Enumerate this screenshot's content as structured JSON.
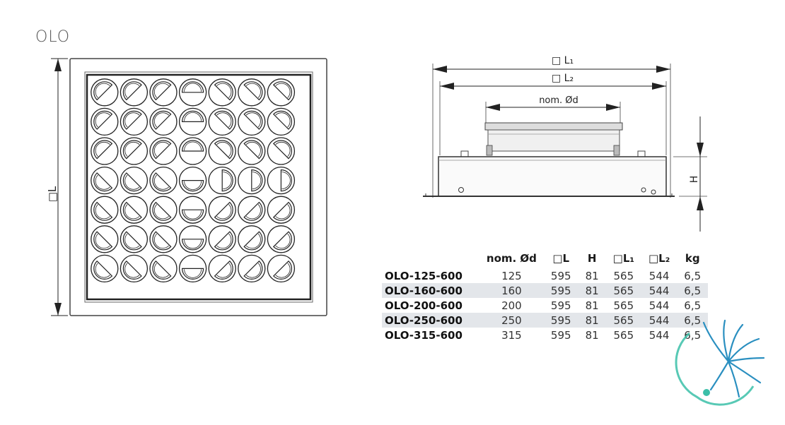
{
  "title": "OLO",
  "front_view": {
    "dim_label": "□L",
    "grid_rows": 7,
    "grid_cols": 7
  },
  "side_view": {
    "dim_l1": "□ L₁",
    "dim_l2": "□ L₂",
    "dim_nom": "nom. Ød",
    "dim_h": "H"
  },
  "table": {
    "headers": [
      "",
      "nom. Ød",
      "□L",
      "H",
      "□L₁",
      "□L₂",
      "kg"
    ],
    "rows": [
      {
        "model": "OLO-125-600",
        "d": "125",
        "L": "595",
        "H": "81",
        "L1": "565",
        "L2": "544",
        "kg": "6,5"
      },
      {
        "model": "OLO-160-600",
        "d": "160",
        "L": "595",
        "H": "81",
        "L1": "565",
        "L2": "544",
        "kg": "6,5"
      },
      {
        "model": "OLO-200-600",
        "d": "200",
        "L": "595",
        "H": "81",
        "L1": "565",
        "L2": "544",
        "kg": "6,5"
      },
      {
        "model": "OLO-250-600",
        "d": "250",
        "L": "595",
        "H": "81",
        "L1": "565",
        "L2": "544",
        "kg": "6,5"
      },
      {
        "model": "OLO-315-600",
        "d": "315",
        "L": "595",
        "H": "81",
        "L1": "565",
        "L2": "544",
        "kg": "6,5"
      }
    ]
  },
  "colors": {
    "line": "#2a2a2a",
    "row_shade": "#e3e6ea",
    "logo_teal": "#3bbfa8",
    "logo_blue": "#2a8fc0"
  },
  "logo_icon": "swirl-fan-logo-icon"
}
